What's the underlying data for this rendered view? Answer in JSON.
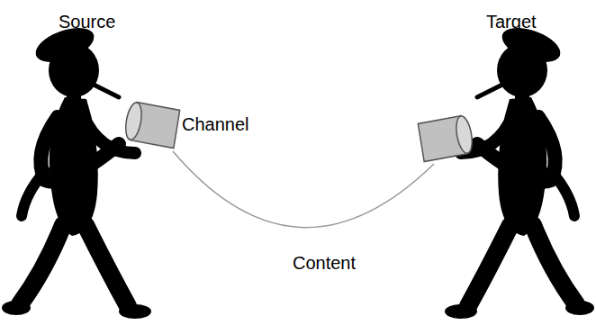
{
  "diagram": {
    "labels": [
      "Source",
      "Target",
      "Channel",
      "Content"
    ]
  }
}
